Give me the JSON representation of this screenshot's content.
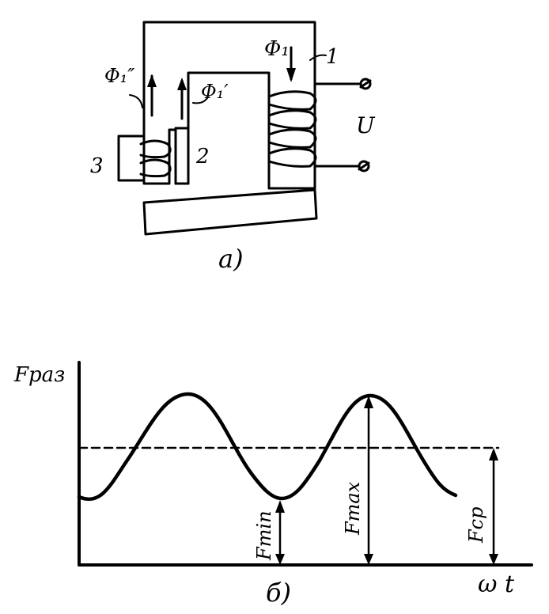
{
  "diagram_a": {
    "caption": "а)",
    "flux_main": "Φ₁",
    "flux_prime": "Φ₁′",
    "flux_double_prime": "Φ₁″",
    "label_1": "1",
    "label_2": "2",
    "label_3": "3",
    "voltage": "U"
  },
  "diagram_b": {
    "caption": "б)",
    "y_label": "Fраз",
    "x_label": "ω t",
    "f_min": "Fmin",
    "f_max": "Fmax",
    "f_avg": "Fср"
  }
}
